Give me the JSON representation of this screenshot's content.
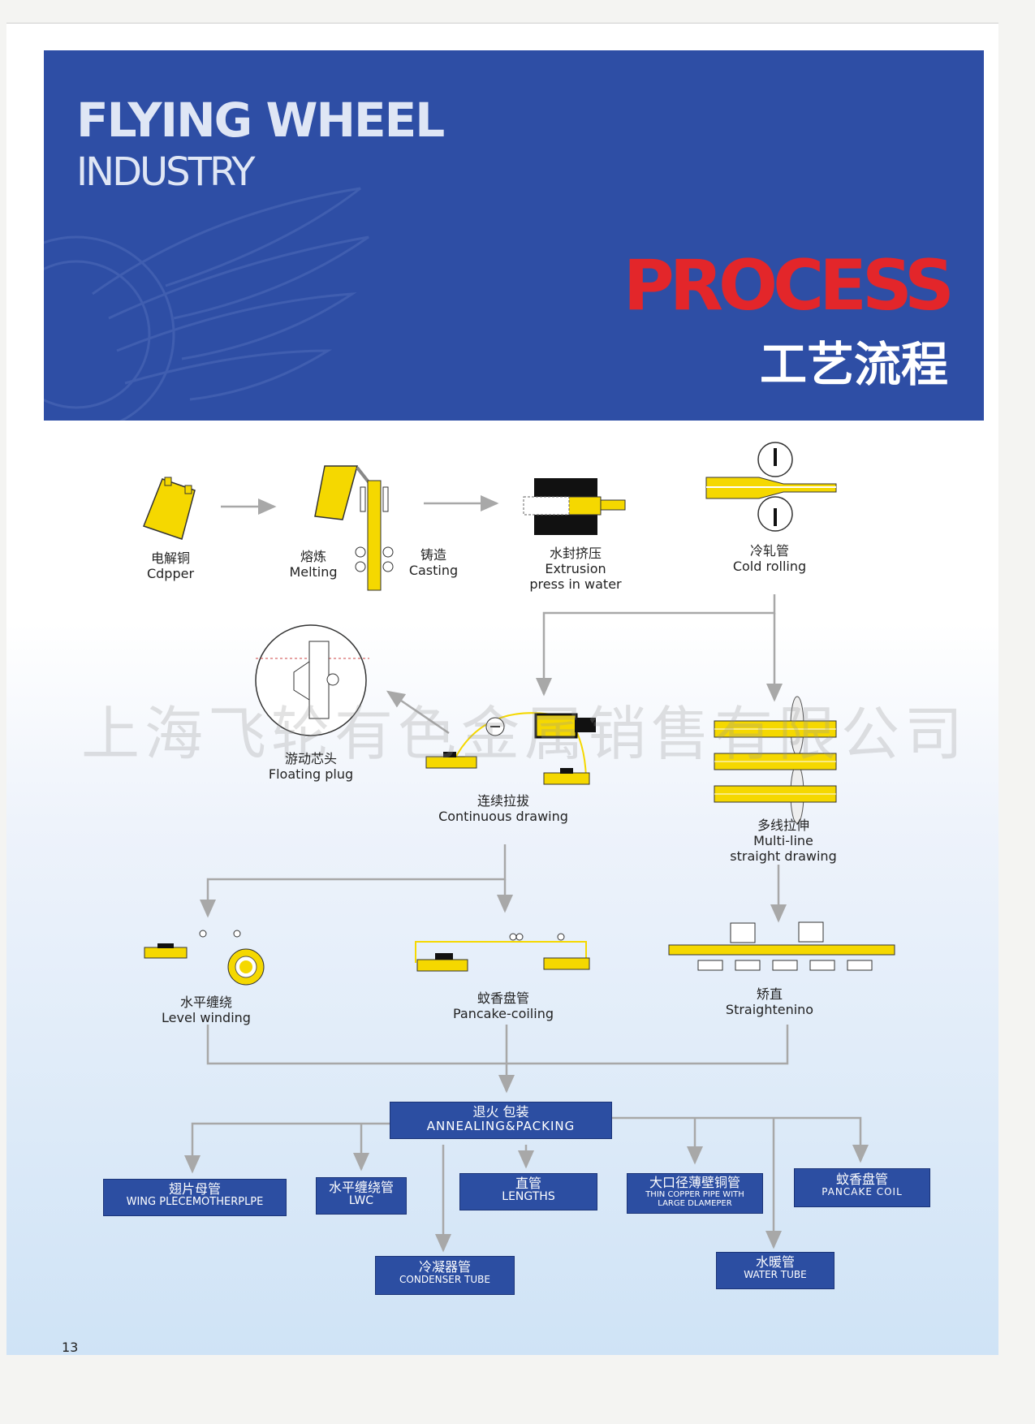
{
  "header": {
    "brand_line1": "FLYING   WHEEL",
    "brand_line2": "INDUSTRY",
    "title_en": "PROCESS",
    "title_cn": "工艺流程"
  },
  "watermark": "上海飞轮有色金属销售有限公司",
  "colors": {
    "header_bg": "#2e4ea5",
    "title_red": "#e3262a",
    "yellow": "#f5d800",
    "box_blue": "#2c4ea2"
  },
  "steps": {
    "copper": {
      "cn": "电解铜",
      "en": "Cdpper"
    },
    "melting": {
      "cn": "熔炼",
      "en": "Melting"
    },
    "casting": {
      "cn": "铸造",
      "en": "Casting"
    },
    "extrusion": {
      "cn": "水封挤压",
      "en1": "Extrusion",
      "en2": "press in water"
    },
    "cold_rolling": {
      "cn": "冷轧管",
      "en": "Cold rolling"
    },
    "floating_plug": {
      "cn": "游动芯头",
      "en": "Floating plug"
    },
    "continuous_drawing": {
      "cn": "连续拉拔",
      "en": "Continuous drawing"
    },
    "multiline": {
      "cn": "多线拉伸",
      "en1": "Multi-line",
      "en2": "straight drawing"
    },
    "level_winding": {
      "cn": "水平缠绕",
      "en": "Level winding"
    },
    "pancake_coiling": {
      "cn": "蚊香盘管",
      "en": "Pancake-coiling"
    },
    "straightening": {
      "cn": "矫直",
      "en": "Straightenino"
    }
  },
  "annealing": {
    "cn": "退火          包装",
    "en": "ANNEALING&PACKING"
  },
  "products": {
    "wing": {
      "cn": "翅片母管",
      "en": "WING PLECEMOTHERPLPE"
    },
    "lwc": {
      "cn": "水平缠绕管",
      "en": "LWC"
    },
    "lengths": {
      "cn": "直管",
      "en": "LENGTHS"
    },
    "thin": {
      "cn": "大口径薄壁铜管",
      "en1": "THIN COPPER PIPE WITH",
      "en2": "LARGE DLAMEPER"
    },
    "pancake": {
      "cn": "蚊香盘管",
      "en": "PANCAKE COIL"
    },
    "condenser": {
      "cn": "冷凝器管",
      "en": "CONDENSER TUBE"
    },
    "water": {
      "cn": "水暖管",
      "en": "WATER TUBE"
    }
  },
  "page_number": "13"
}
